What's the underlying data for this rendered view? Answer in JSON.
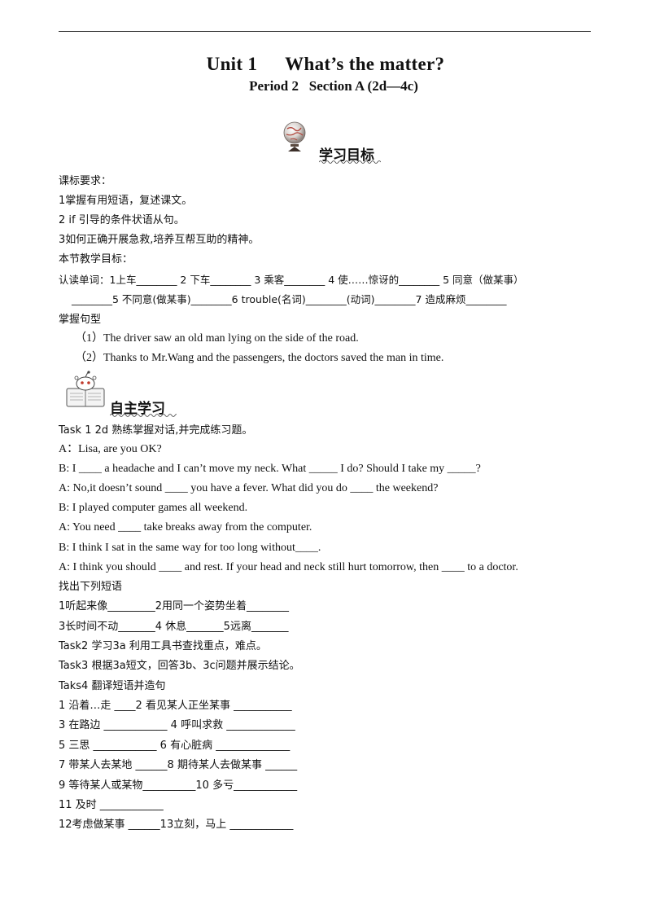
{
  "header": {
    "title_unit": "Unit 1",
    "title_question": "What’s the matter?",
    "subtitle": "Period 2   Section A (2d—4c)"
  },
  "section1": {
    "heading": "学习目标"
  },
  "goals": {
    "requirements_label": "课标要求：",
    "req1": "1掌握有用短语，复述课文。",
    "req2": "2 if 引导的条件状语从句。",
    "req3": "3如何正确开展急救,培养互帮互助的精神。",
    "lesson_goals_label": "本节教学目标：",
    "vocab_line1": "认读单词：1上车________ 2 下车________ 3 乘客________ 4 使……惊讶的________ 5 同意（做某事）",
    "vocab_line2": "________5 不同意(做某事)________6 trouble(名词)________(动词)________7 造成麻烦________",
    "patterns_label": "掌握句型",
    "pattern1": "（1）The driver saw an old man lying on the side of the road.",
    "pattern2": "（2）Thanks to Mr.Wang and the passengers, the doctors saved the man in time."
  },
  "section2": {
    "heading": "自主学习"
  },
  "study": {
    "task1": "Task 1 2d 熟练掌握对话,并完成练习题。",
    "d1": "A：Lisa, are you OK?",
    "d2": "B: I ____ a headache and I can’t move my neck. What _____ I do? Should I take my _____?",
    "d3": "A: No,it doesn’t sound ____ you have a fever. What did you do ____ the weekend?",
    "d4": "B: I played computer games all weekend.",
    "d5": "A: You need ____ take breaks away from the computer.",
    "d6": "B: I think I sat in the same way for too long without____.",
    "d7": "A: I think you should ____ and rest. If your head and neck still hurt tomorrow, then ____ to a doctor.",
    "phrases_label": "找出下列短语",
    "p1": "1听起来像_________2用同一个姿势坐着________",
    "p2": "3长时间不动_______4 休息_______5远离_______",
    "task2": "Task2 学习3a 利用工具书查找重点，难点。",
    "task3": "Task3 根据3a短文，回答3b、3c问题并展示结论。",
    "task4": "Taks4 翻译短语并造句",
    "t1": "1 沿着…走 ____2 看见某人正坐某事 ___________",
    "t2": "3 在路边 ____________ 4 呼叫求救 _____________",
    "t3": "5 三思 ____________ 6 有心脏病 ______________",
    "t4": "7 带某人去某地 ______8 期待某人去做某事 ______",
    "t5": "9 等待某人或某物__________10 多亏____________",
    "t6": "11 及时 ____________",
    "t7": "12考虑做某事 ______13立刻，马上 ____________"
  }
}
